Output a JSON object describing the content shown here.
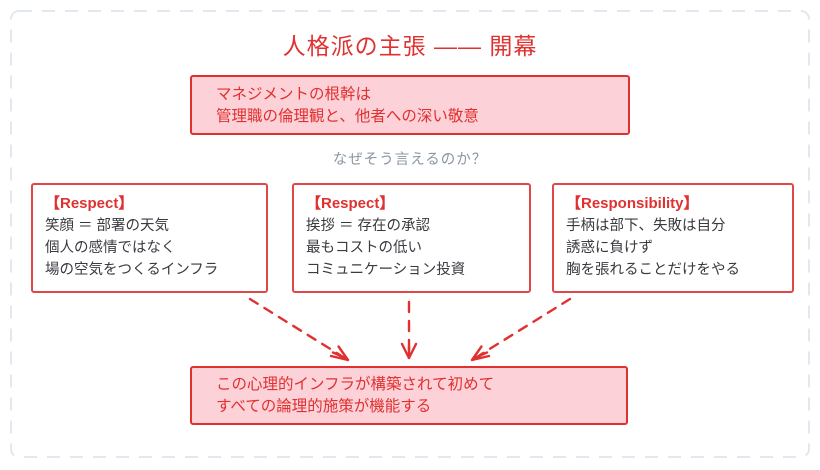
{
  "title": "人格派の主張 —— 開幕",
  "premise_box": {
    "line1": "マネジメントの根幹は",
    "line2": "管理職の倫理観と、他者への深い敬意"
  },
  "question": "なぜそう言えるのか？",
  "cards": [
    {
      "heading": "【Respect】",
      "lines": [
        "笑顔 ＝ 部署の天気",
        "個人の感情ではなく",
        "場の空気をつくるインフラ"
      ]
    },
    {
      "heading": "【Respect】",
      "lines": [
        "挨拶 ＝ 存在の承認",
        "最もコストの低い",
        "コミュニケーション投資"
      ]
    },
    {
      "heading": "【Responsibility】",
      "lines": [
        "手柄は部下、失敗は自分",
        "誘惑に負けず",
        "胸を張れることだけをやる"
      ]
    }
  ],
  "conclusion_box": {
    "line1": "この心理的インフラが構築されて初めて",
    "line2": "すべての論理的施策が機能する"
  },
  "colors": {
    "red": "#e03131",
    "border-red": "#e04848",
    "pink": "#fcd1d7",
    "gray-text": "#8b95a1",
    "body-text": "#3a3a40",
    "dash-border": "#e2e8f0"
  }
}
